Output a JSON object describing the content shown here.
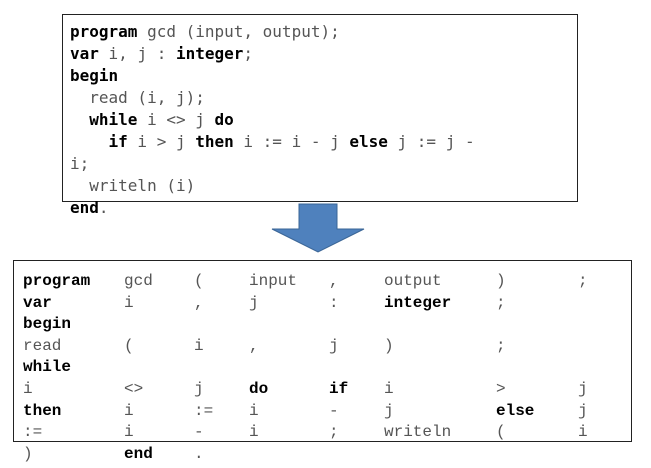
{
  "source_code": {
    "lines": [
      [
        {
          "t": "program",
          "kw": true
        },
        {
          "t": " gcd (input, output);"
        }
      ],
      [
        {
          "t": "var",
          "kw": true
        },
        {
          "t": " i, j : "
        },
        {
          "t": "integer",
          "kw": true
        },
        {
          "t": ";"
        }
      ],
      [
        {
          "t": "begin",
          "kw": true
        }
      ],
      [
        {
          "t": "  read (i, j);"
        }
      ],
      [
        {
          "t": "  "
        },
        {
          "t": "while",
          "kw": true
        },
        {
          "t": " i <> j "
        },
        {
          "t": "do",
          "kw": true
        }
      ],
      [
        {
          "t": "    "
        },
        {
          "t": "if",
          "kw": true
        },
        {
          "t": " i > j "
        },
        {
          "t": "then",
          "kw": true
        },
        {
          "t": " i := i - j "
        },
        {
          "t": "else",
          "kw": true
        },
        {
          "t": " j := j -"
        }
      ],
      [
        {
          "t": "i;"
        }
      ],
      [
        {
          "t": "  writeln (i)"
        }
      ],
      [
        {
          "t": "end",
          "kw": true
        },
        {
          "t": "."
        }
      ]
    ]
  },
  "arrow": {
    "color": "#4f81bd",
    "border": "#3a6596",
    "icon": "down-arrow-icon"
  },
  "tokens": {
    "rows": [
      [
        {
          "t": "program",
          "kw": true
        },
        {
          "t": "gcd"
        },
        {
          "t": "("
        },
        {
          "t": "input"
        },
        {
          "t": ","
        },
        {
          "t": "output"
        },
        {
          "t": ")"
        },
        {
          "t": ";"
        }
      ],
      [
        {
          "t": "var",
          "kw": true
        },
        {
          "t": "i"
        },
        {
          "t": ","
        },
        {
          "t": "j"
        },
        {
          "t": ":"
        },
        {
          "t": "integer",
          "kw": true
        },
        {
          "t": ";"
        }
      ],
      [
        {
          "t": "begin",
          "kw": true
        }
      ],
      [
        {
          "t": "read"
        },
        {
          "t": "("
        },
        {
          "t": "i"
        },
        {
          "t": ","
        },
        {
          "t": "j"
        },
        {
          "t": ")"
        },
        {
          "t": ";"
        }
      ],
      [
        {
          "t": "while",
          "kw": true
        }
      ],
      [
        {
          "t": "i"
        },
        {
          "t": "<>"
        },
        {
          "t": "j"
        },
        {
          "t": "do",
          "kw": true
        },
        {
          "t": "if",
          "kw": true
        },
        {
          "t": "i"
        },
        {
          "t": ">"
        },
        {
          "t": "j"
        }
      ],
      [
        {
          "t": "then",
          "kw": true
        },
        {
          "t": "i"
        },
        {
          "t": ":="
        },
        {
          "t": "i"
        },
        {
          "t": "-"
        },
        {
          "t": "j"
        },
        {
          "t": "else",
          "kw": true
        },
        {
          "t": "j"
        }
      ],
      [
        {
          "t": ":="
        },
        {
          "t": "i"
        },
        {
          "t": "-"
        },
        {
          "t": "i"
        },
        {
          "t": ";"
        },
        {
          "t": "writeln"
        },
        {
          "t": "("
        },
        {
          "t": "i"
        }
      ],
      [
        {
          "t": ")"
        },
        {
          "t": "end",
          "kw": true
        },
        {
          "t": "."
        }
      ]
    ]
  }
}
